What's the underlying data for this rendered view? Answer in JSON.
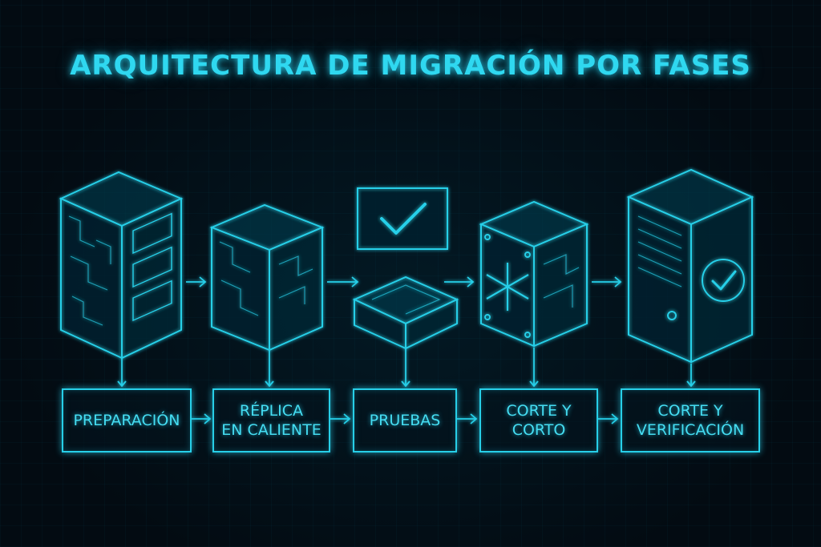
{
  "title": "ARQUITECTURA DE MIGRACIÓN POR FASES",
  "colors": {
    "accent": "#2fd8f0",
    "background": "#030b12"
  },
  "phases": [
    {
      "label": "PREPARACIÓN",
      "icon": "server-tower-icon"
    },
    {
      "label": "RÉPLICA\nEN CALIENTE",
      "icon": "server-replica-icon"
    },
    {
      "label": "PRUEBAS",
      "icon": "test-check-icon"
    },
    {
      "label": "CORTE Y\nCORTO",
      "icon": "freeze-server-icon"
    },
    {
      "label": "CORTE Y\nVERIFICACIÓN",
      "icon": "verified-server-icon"
    }
  ]
}
